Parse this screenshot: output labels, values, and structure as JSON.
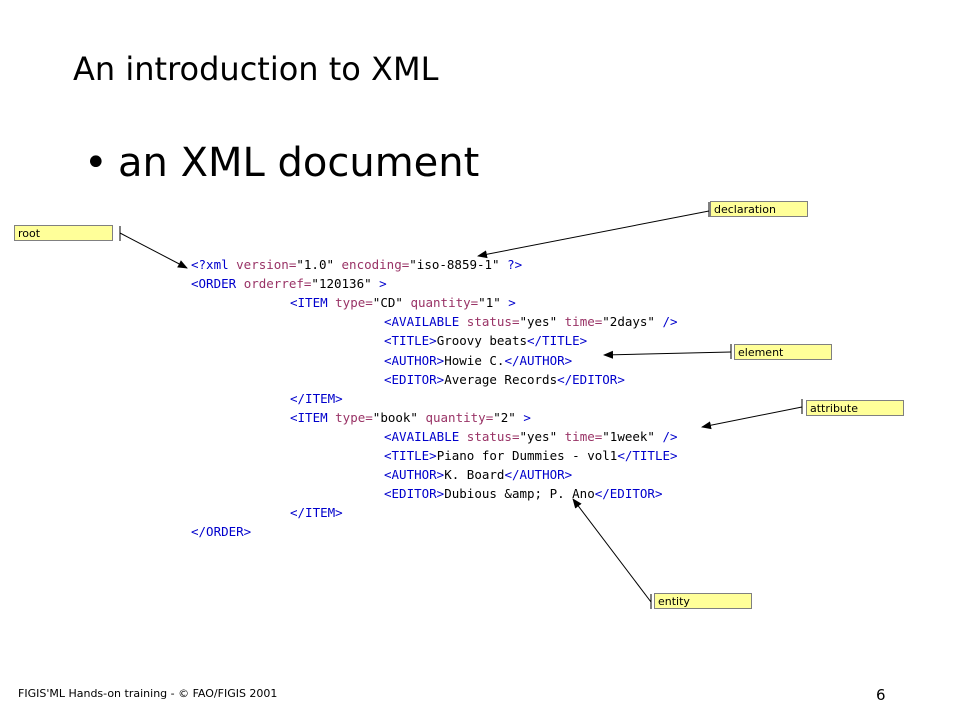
{
  "slide": {
    "title": "An introduction to XML",
    "bullet": "an XML document"
  },
  "code_lines": [
    [
      [
        "tg",
        "<?xml "
      ],
      [
        "at",
        "version="
      ],
      [
        "vl",
        "\"1.0\" "
      ],
      [
        "at",
        "encoding="
      ],
      [
        "vl",
        "\"iso-8859-1\" "
      ],
      [
        "tg",
        "?>"
      ]
    ],
    [
      [
        "tg",
        "<ORDER "
      ],
      [
        "at",
        "orderref="
      ],
      [
        "vl",
        "\"120136\" "
      ],
      [
        "tg",
        ">"
      ]
    ],
    [
      [
        "tg",
        "<ITEM "
      ],
      [
        "at",
        "type="
      ],
      [
        "vl",
        "\"CD\" "
      ],
      [
        "at",
        "quantity="
      ],
      [
        "vl",
        "\"1\" "
      ],
      [
        "tg",
        ">"
      ]
    ],
    [
      [
        "tg",
        "<AVAILABLE "
      ],
      [
        "at",
        "status="
      ],
      [
        "vl",
        "\"yes\" "
      ],
      [
        "at",
        "time="
      ],
      [
        "vl",
        "\"2days\" "
      ],
      [
        "tg",
        "/>"
      ]
    ],
    [
      [
        "tg",
        "<TITLE>"
      ],
      [
        "tx",
        "Groovy beats"
      ],
      [
        "tg",
        "</TITLE>"
      ]
    ],
    [
      [
        "tg",
        "<AUTHOR>"
      ],
      [
        "tx",
        "Howie C."
      ],
      [
        "tg",
        "</AUTHOR>"
      ]
    ],
    [
      [
        "tg",
        "<EDITOR>"
      ],
      [
        "tx",
        "Average Records"
      ],
      [
        "tg",
        "</EDITOR>"
      ]
    ],
    [
      [
        "tg",
        "</ITEM>"
      ]
    ],
    [
      [
        "tg",
        "<ITEM "
      ],
      [
        "at",
        "type="
      ],
      [
        "vl",
        "\"book\" "
      ],
      [
        "at",
        "quantity="
      ],
      [
        "vl",
        "\"2\" "
      ],
      [
        "tg",
        ">"
      ]
    ],
    [
      [
        "tg",
        "<AVAILABLE "
      ],
      [
        "at",
        "status="
      ],
      [
        "vl",
        "\"yes\" "
      ],
      [
        "at",
        "time="
      ],
      [
        "vl",
        "\"1week\" "
      ],
      [
        "tg",
        "/>"
      ]
    ],
    [
      [
        "tg",
        "<TITLE>"
      ],
      [
        "tx",
        "Piano for Dummies - vol1"
      ],
      [
        "tg",
        "</TITLE>"
      ]
    ],
    [
      [
        "tg",
        "<AUTHOR>"
      ],
      [
        "tx",
        "K. Board"
      ],
      [
        "tg",
        "</AUTHOR>"
      ]
    ],
    [
      [
        "tg",
        "<EDITOR>"
      ],
      [
        "tx",
        "Dubious &amp; P. Ano"
      ],
      [
        "tg",
        "</EDITOR>"
      ]
    ],
    [
      [
        "tg",
        "</ITEM>"
      ]
    ],
    [
      [
        "tg",
        "</ORDER>"
      ]
    ]
  ],
  "code_indents": [
    0,
    0,
    1,
    2,
    2,
    2,
    2,
    1,
    1,
    2,
    2,
    2,
    2,
    1,
    0
  ],
  "callouts": {
    "root": "root",
    "declaration": "declaration",
    "element": "element",
    "attribute": "attribute",
    "entity": "entity"
  },
  "colors": {
    "tag": "#0000cc",
    "attribute_name": "#993366",
    "callout_fill": "#ffff99"
  },
  "footer": {
    "credit": "FIGIS'ML Hands-on training - © FAO/FIGIS 2001",
    "page_number": "6"
  }
}
